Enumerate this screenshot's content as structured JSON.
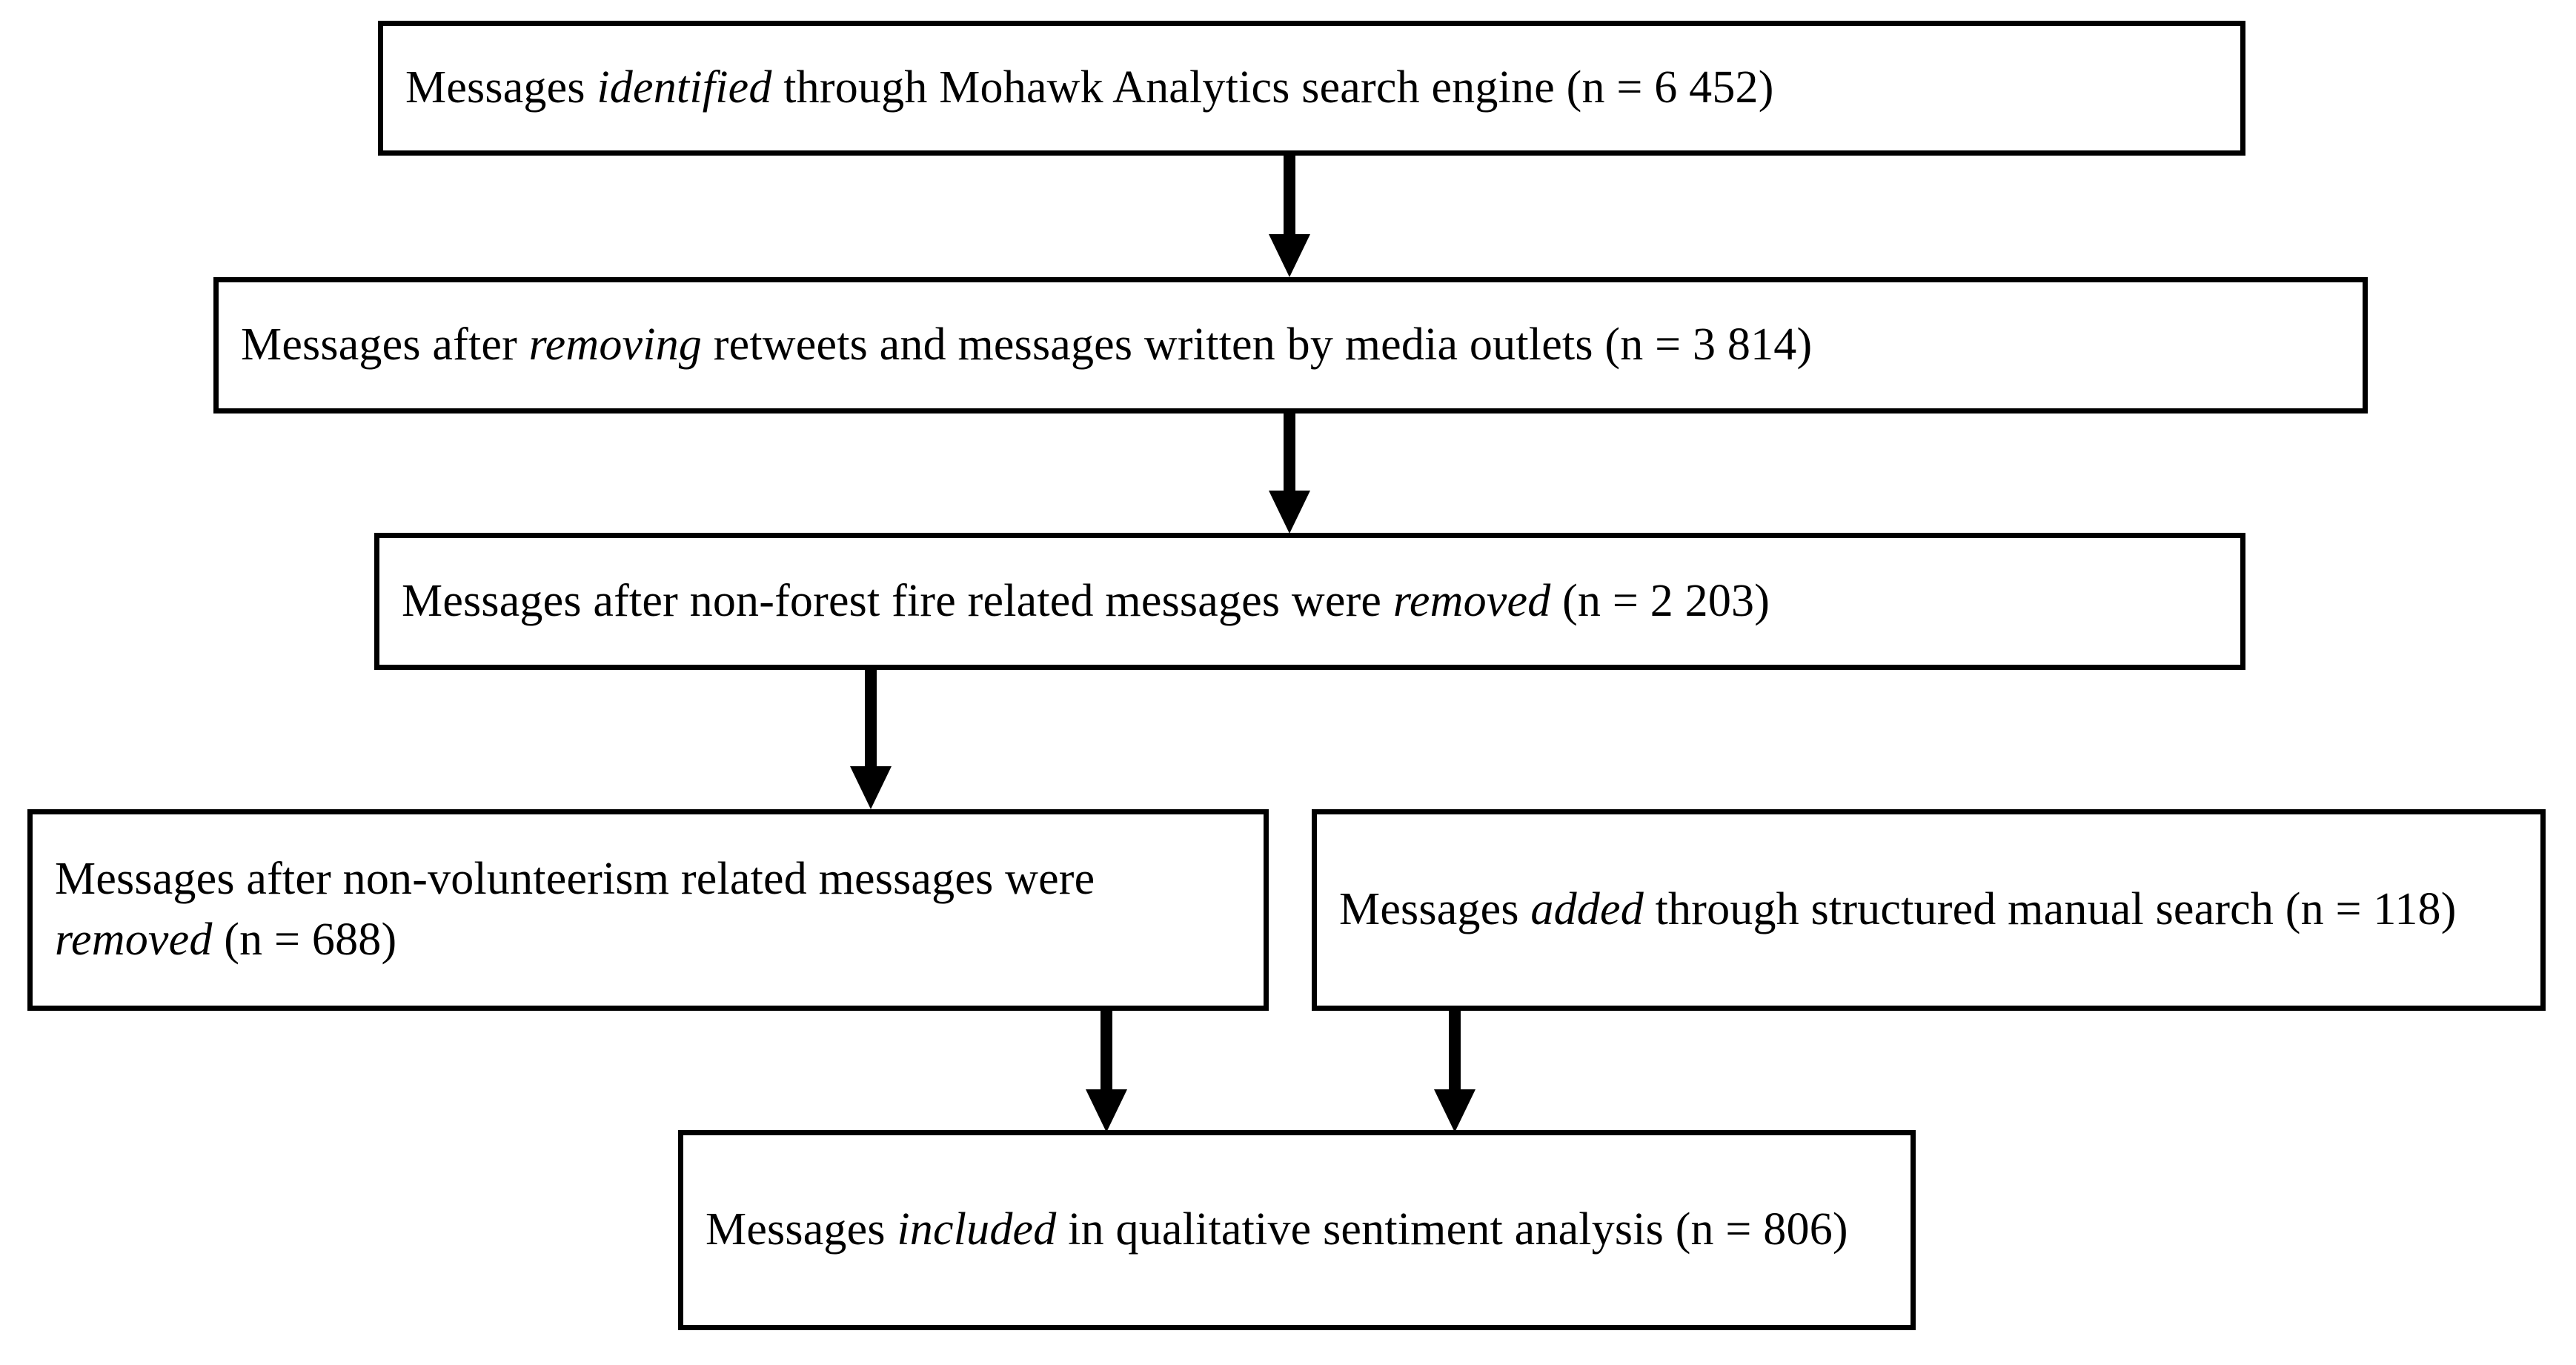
{
  "diagram": {
    "title": "Message screening flow diagram",
    "background_color": "#ffffff",
    "line_color": "#000000",
    "nodes": [
      {
        "id": "identified",
        "text_plain": "Messages identified through Mohawk Analytics search engine (n = 6 452)",
        "text_before": "Messages ",
        "text_emphasis": "identified",
        "text_after": " through Mohawk Analytics search engine (n = 6 452)",
        "count_label": "n = 6 452",
        "count_value": 6452,
        "lines": 1
      },
      {
        "id": "after-removing-retweets",
        "text_plain": "Messages after removing retweets and messages written by media outlets (n = 3 814)",
        "text_before": "Messages after ",
        "text_emphasis": "removing",
        "text_after": " retweets and messages written by media outlets (n = 3 814)",
        "count_label": "n = 3 814",
        "count_value": 3814,
        "lines": 1
      },
      {
        "id": "after-non-forest-fire-removed",
        "text_plain": "Messages after non-forest fire related messages were removed (n = 2 203)",
        "text_before": "Messages after non-forest fire related messages were ",
        "text_emphasis": "removed",
        "text_after": " (n = 2 203)",
        "count_label": "n = 2 203",
        "count_value": 2203,
        "lines": 1
      },
      {
        "id": "after-non-volunteerism-removed",
        "text_plain": "Messages after non-volunteerism related messages were removed (n = 688)",
        "text_before": "Messages after non-volunteerism related messages were ",
        "text_emphasis": "removed",
        "text_after": " (n = 688)",
        "count_label": "n = 688",
        "count_value": 688,
        "lines": 2
      },
      {
        "id": "added-manual-search",
        "text_plain": "Messages added through structured manual search (n = 118)",
        "text_before": "Messages ",
        "text_emphasis": "added",
        "text_after": " through structured manual search (n = 118)",
        "count_label": "n = 118",
        "count_value": 118,
        "lines": 2
      },
      {
        "id": "included-analysis",
        "text_plain": "Messages included in qualitative sentiment analysis (n = 806)",
        "text_before": "Messages ",
        "text_emphasis": "included",
        "text_after": " in qualitative sentiment analysis (n = 806)",
        "count_label": "n = 806",
        "count_value": 806,
        "lines": 2
      }
    ],
    "edges": [
      {
        "id": "edge-1",
        "from": "identified",
        "to": "after-removing-retweets",
        "direction": "down"
      },
      {
        "id": "edge-2",
        "from": "after-removing-retweets",
        "to": "after-non-forest-fire-removed",
        "direction": "down"
      },
      {
        "id": "edge-3",
        "from": "after-non-forest-fire-removed",
        "to": "after-non-volunteerism-removed",
        "direction": "down"
      },
      {
        "id": "edge-4",
        "from": "after-non-volunteerism-removed",
        "to": "included-analysis",
        "direction": "down"
      },
      {
        "id": "edge-5",
        "from": "added-manual-search",
        "to": "included-analysis",
        "direction": "down"
      }
    ]
  }
}
